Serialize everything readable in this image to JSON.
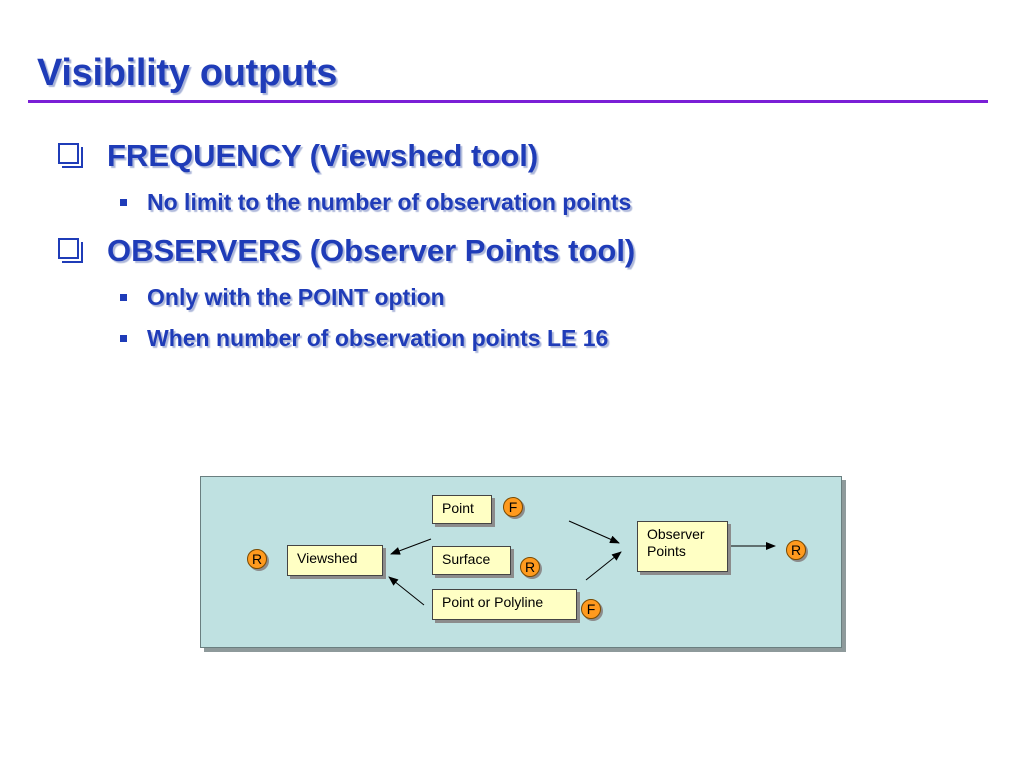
{
  "slide": {
    "title": "Visibility outputs",
    "bullets": [
      {
        "text": "FREQUENCY (Viewshed tool)",
        "icon": "hollow-square-bullet-icon"
      },
      {
        "text": "No limit to the number of observation points",
        "icon": "filled-square-bullet-icon"
      },
      {
        "text": "OBSERVERS (Observer Points tool)",
        "icon": "hollow-square-bullet-icon"
      },
      {
        "text": "Only with the POINT option",
        "icon": "filled-square-bullet-icon"
      },
      {
        "text": "When number of observation points LE 16",
        "icon": "filled-square-bullet-icon"
      }
    ]
  },
  "diagram": {
    "nodes": {
      "point": "Point",
      "surface": "Surface",
      "point_or_polyline": "Point or Polyline",
      "viewshed": "Viewshed",
      "observer_points_line1": "Observer",
      "observer_points_line2": "Points"
    },
    "badges": {
      "point": "F",
      "surface": "R",
      "point_or_polyline": "F",
      "viewshed": "R",
      "observer_points": "R"
    }
  },
  "colors": {
    "text": "#1f3cb8",
    "title_rule": "#7a1fd6",
    "diagram_background": "#bfe1e1",
    "node_fill": "#ffffc4",
    "badge_fill": "#ff9a1e"
  }
}
